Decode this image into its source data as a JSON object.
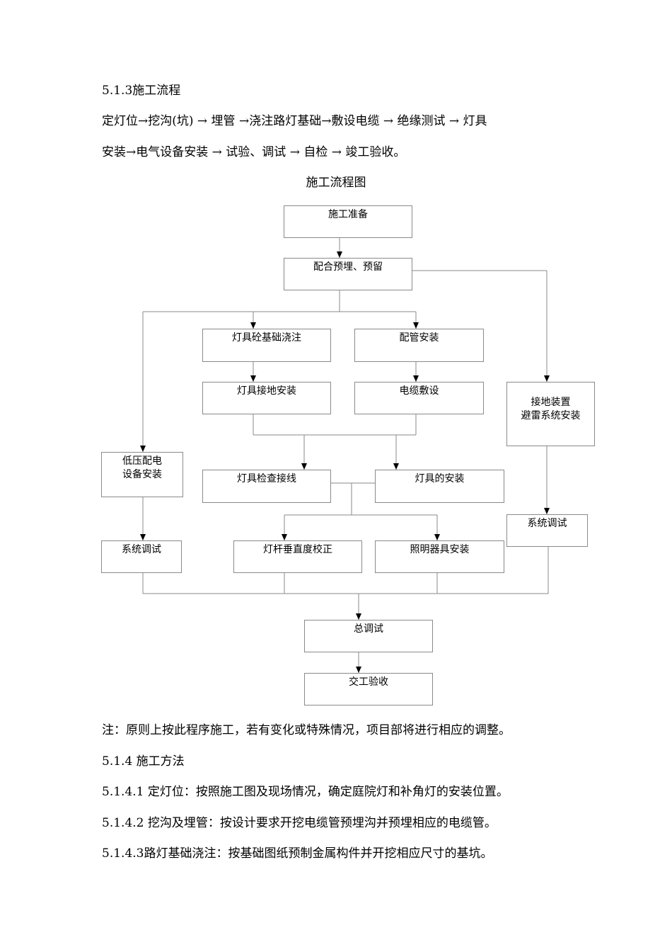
{
  "heading_513": "5.1.3施工流程",
  "flow_text_line1": "定灯位→挖沟(坑) → 埋管 →浇注路灯基础→敷设电缆 → 绝缘测试 → 灯具",
  "flow_text_line2": "安装→电气设备安装 → 试验、调试 → 自检 → 竣工验收。",
  "diagram": {
    "title": "施工流程图",
    "nodes": {
      "prep": "施工准备",
      "embed": "配合预埋、预留",
      "foundation": "灯具砼基础浇注",
      "conduit": "配管安装",
      "grounding_lamp": "灯具接地安装",
      "cable_laying": "电缆敷设",
      "grounding_device": "接地装置\n避雷系统安装",
      "low_voltage": "低压配电\n设备安装",
      "check_wiring": "灯具检查接线",
      "lamp_install": "灯具的安装",
      "system_test_right": "系统调试",
      "system_test_left": "系统调试",
      "pole_verticality": "灯杆垂直度校正",
      "lighting_fixture": "照明器具安装",
      "total_debug": "总调试",
      "handover": "交工验收"
    }
  },
  "note": "注：原则上按此程序施工，若有变化或特殊情况，项目部将进行相应的调整。",
  "heading_514": "5.1.4 施工方法",
  "item_5141": "5.1.4.1 定灯位：按照施工图及现场情况，确定庭院灯和补角灯的安装位置。",
  "item_5142": "5.1.4.2 挖沟及埋管：按设计要求开挖电缆管预埋沟并预埋相应的电缆管。",
  "item_5143": "5.1.4.3路灯基础浇注：按基础图纸预制金属构件并开挖相应尺寸的基坑。"
}
